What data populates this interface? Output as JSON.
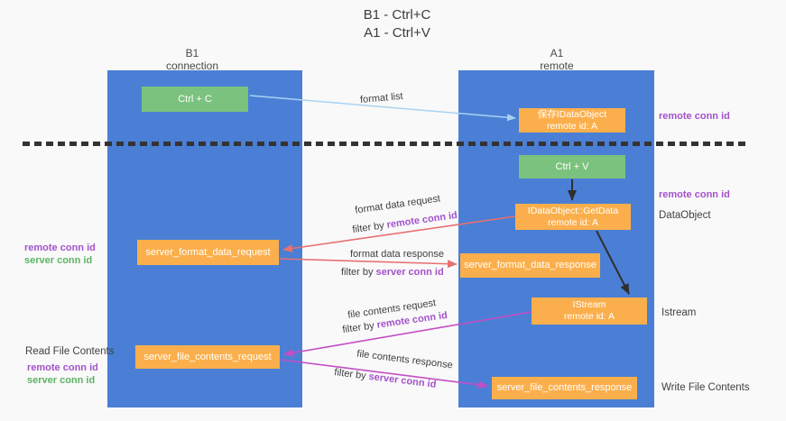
{
  "title": {
    "line1": "B1 - Ctrl+C",
    "line2": "A1 - Ctrl+V"
  },
  "lifelines": {
    "b1": {
      "name": "B1",
      "role": "connection"
    },
    "a1": {
      "name": "A1",
      "role": "remote"
    }
  },
  "nodes": {
    "ctrl_c": "Ctrl + C",
    "save_idataobject": {
      "line1": "保存IDataObject",
      "line2": "remote id: A"
    },
    "ctrl_v": "Ctrl + V",
    "getdata": {
      "line1": "IDataObject::GetData",
      "line2": "remote id: A"
    },
    "format_request": "server_format_data_request",
    "format_response": "server_format_data_response",
    "istream": {
      "line1": "IStream",
      "line2": "remote id: A"
    },
    "file_request": "server_file_contents_request",
    "file_response": "server_file_contents_response"
  },
  "labels": {
    "format_list": "format list",
    "filter_by": "filter by",
    "remote_conn_id": "remote conn id",
    "server_conn_id": "server conn id",
    "format_data_request": "format data request",
    "format_data_response": "format data response",
    "file_contents_request": "file contents request",
    "file_contents_response": "file contents response",
    "dataobject": "DataObject",
    "istream": "Istream",
    "read_file_contents": "Read File Contents",
    "write_file_contents": "Write File Contents"
  },
  "colors": {
    "lifeline_blue": "#4a7fd5",
    "node_green": "#7bc27e",
    "node_orange": "#fbaf4c",
    "arrow_light_blue": "#a9d2f0",
    "arrow_red": "#e87070",
    "arrow_magenta": "#c44ec4",
    "arrow_black": "#2f2f2f",
    "text_purple": "#a352cc",
    "text_green": "#5cb364"
  }
}
